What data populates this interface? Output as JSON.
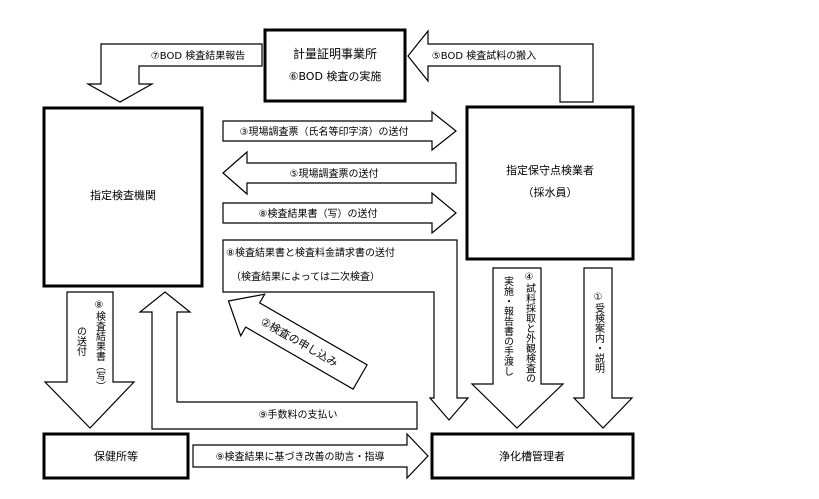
{
  "nodes": {
    "lab_name": "計量証明事業所",
    "lab_task": "⑥BOD 検査の実施",
    "agency": "指定検査機関",
    "inspector_name": "指定保守点検業者",
    "inspector_role": "（採水員）",
    "health_center": "保健所等",
    "manager": "浄化槽管理者"
  },
  "flows": {
    "report_bod": "⑦BOD 検査結果報告",
    "carry_bod": "⑤BOD 検査試料の搬入",
    "send_survey": "③現場調査票（氏名等印字済）の送付",
    "return_survey": "⑤現場調査票の送付",
    "send_copy": "⑧検査結果書（写）の送付",
    "send_invoice": "⑧検査結果書と検査料金請求書の送付",
    "secondary_note": "（検査結果によっては二次検査）",
    "apply": "②検査の申し込み",
    "pay_fee": "⑨手数料の支払い",
    "advice": "⑨検査結果に基づき改善の助言・指導",
    "to_health_a": "⑧検査結果書（写）",
    "to_health_b": "の送付",
    "sampling_a": "④試料採取と外観検査の",
    "sampling_b": "実施・報告書の手渡し",
    "guidance": "①受検案内・説明"
  }
}
